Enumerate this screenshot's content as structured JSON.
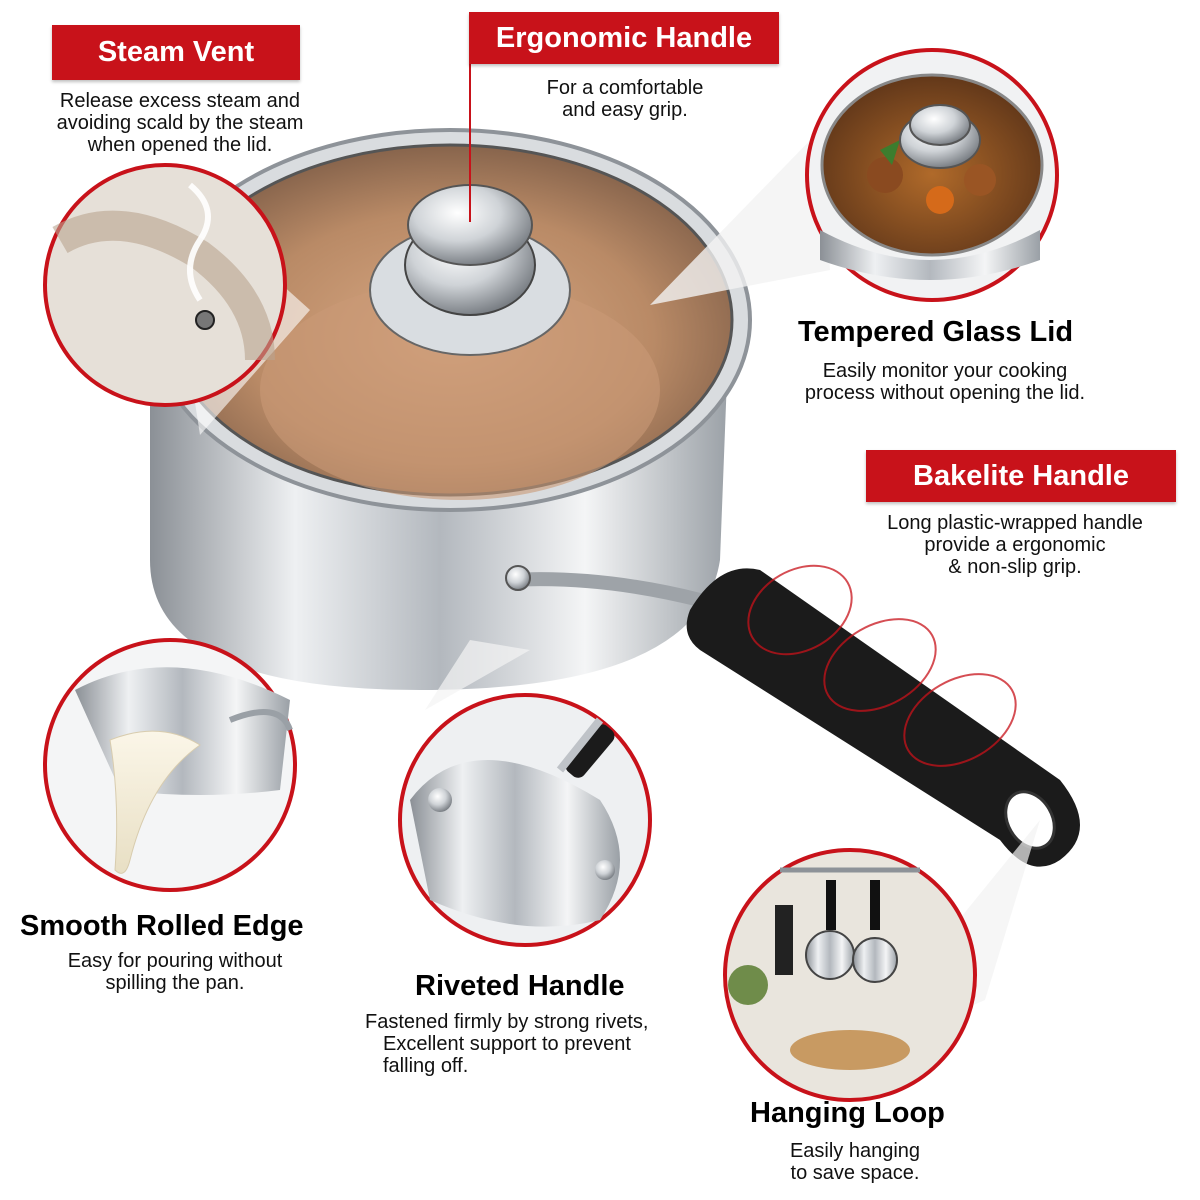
{
  "features": {
    "steam_vent": {
      "title": "Steam Vent",
      "lines": [
        "Release excess steam and",
        "avoiding scald by the steam",
        "when opened the lid."
      ]
    },
    "ergonomic_handle": {
      "title": "Ergonomic Handle",
      "lines": [
        "For a comfortable",
        "and easy grip."
      ]
    },
    "tempered_glass_lid": {
      "title": "Tempered Glass Lid",
      "lines": [
        "Easily monitor your cooking",
        "process without opening the lid."
      ]
    },
    "bakelite_handle": {
      "title": "Bakelite Handle",
      "lines": [
        "Long plastic-wrapped handle",
        "provide a ergonomic",
        "& non-slip grip."
      ]
    },
    "smooth_rolled_edge": {
      "title": "Smooth Rolled Edge",
      "lines": [
        "Easy for pouring without",
        "spilling the pan."
      ]
    },
    "riveted_handle": {
      "title": "Riveted Handle",
      "lines": [
        "Fastened firmly by strong rivets,",
        "Excellent support to prevent",
        "falling off."
      ]
    },
    "hanging_loop": {
      "title": "Hanging Loop",
      "lines": [
        "Easily hanging",
        "to save space."
      ]
    }
  },
  "colors": {
    "accent_red": "#c8121a",
    "handle_black": "#1b1b1b",
    "steel": "#c9cdd2",
    "glass_amber": "#a87a55"
  }
}
